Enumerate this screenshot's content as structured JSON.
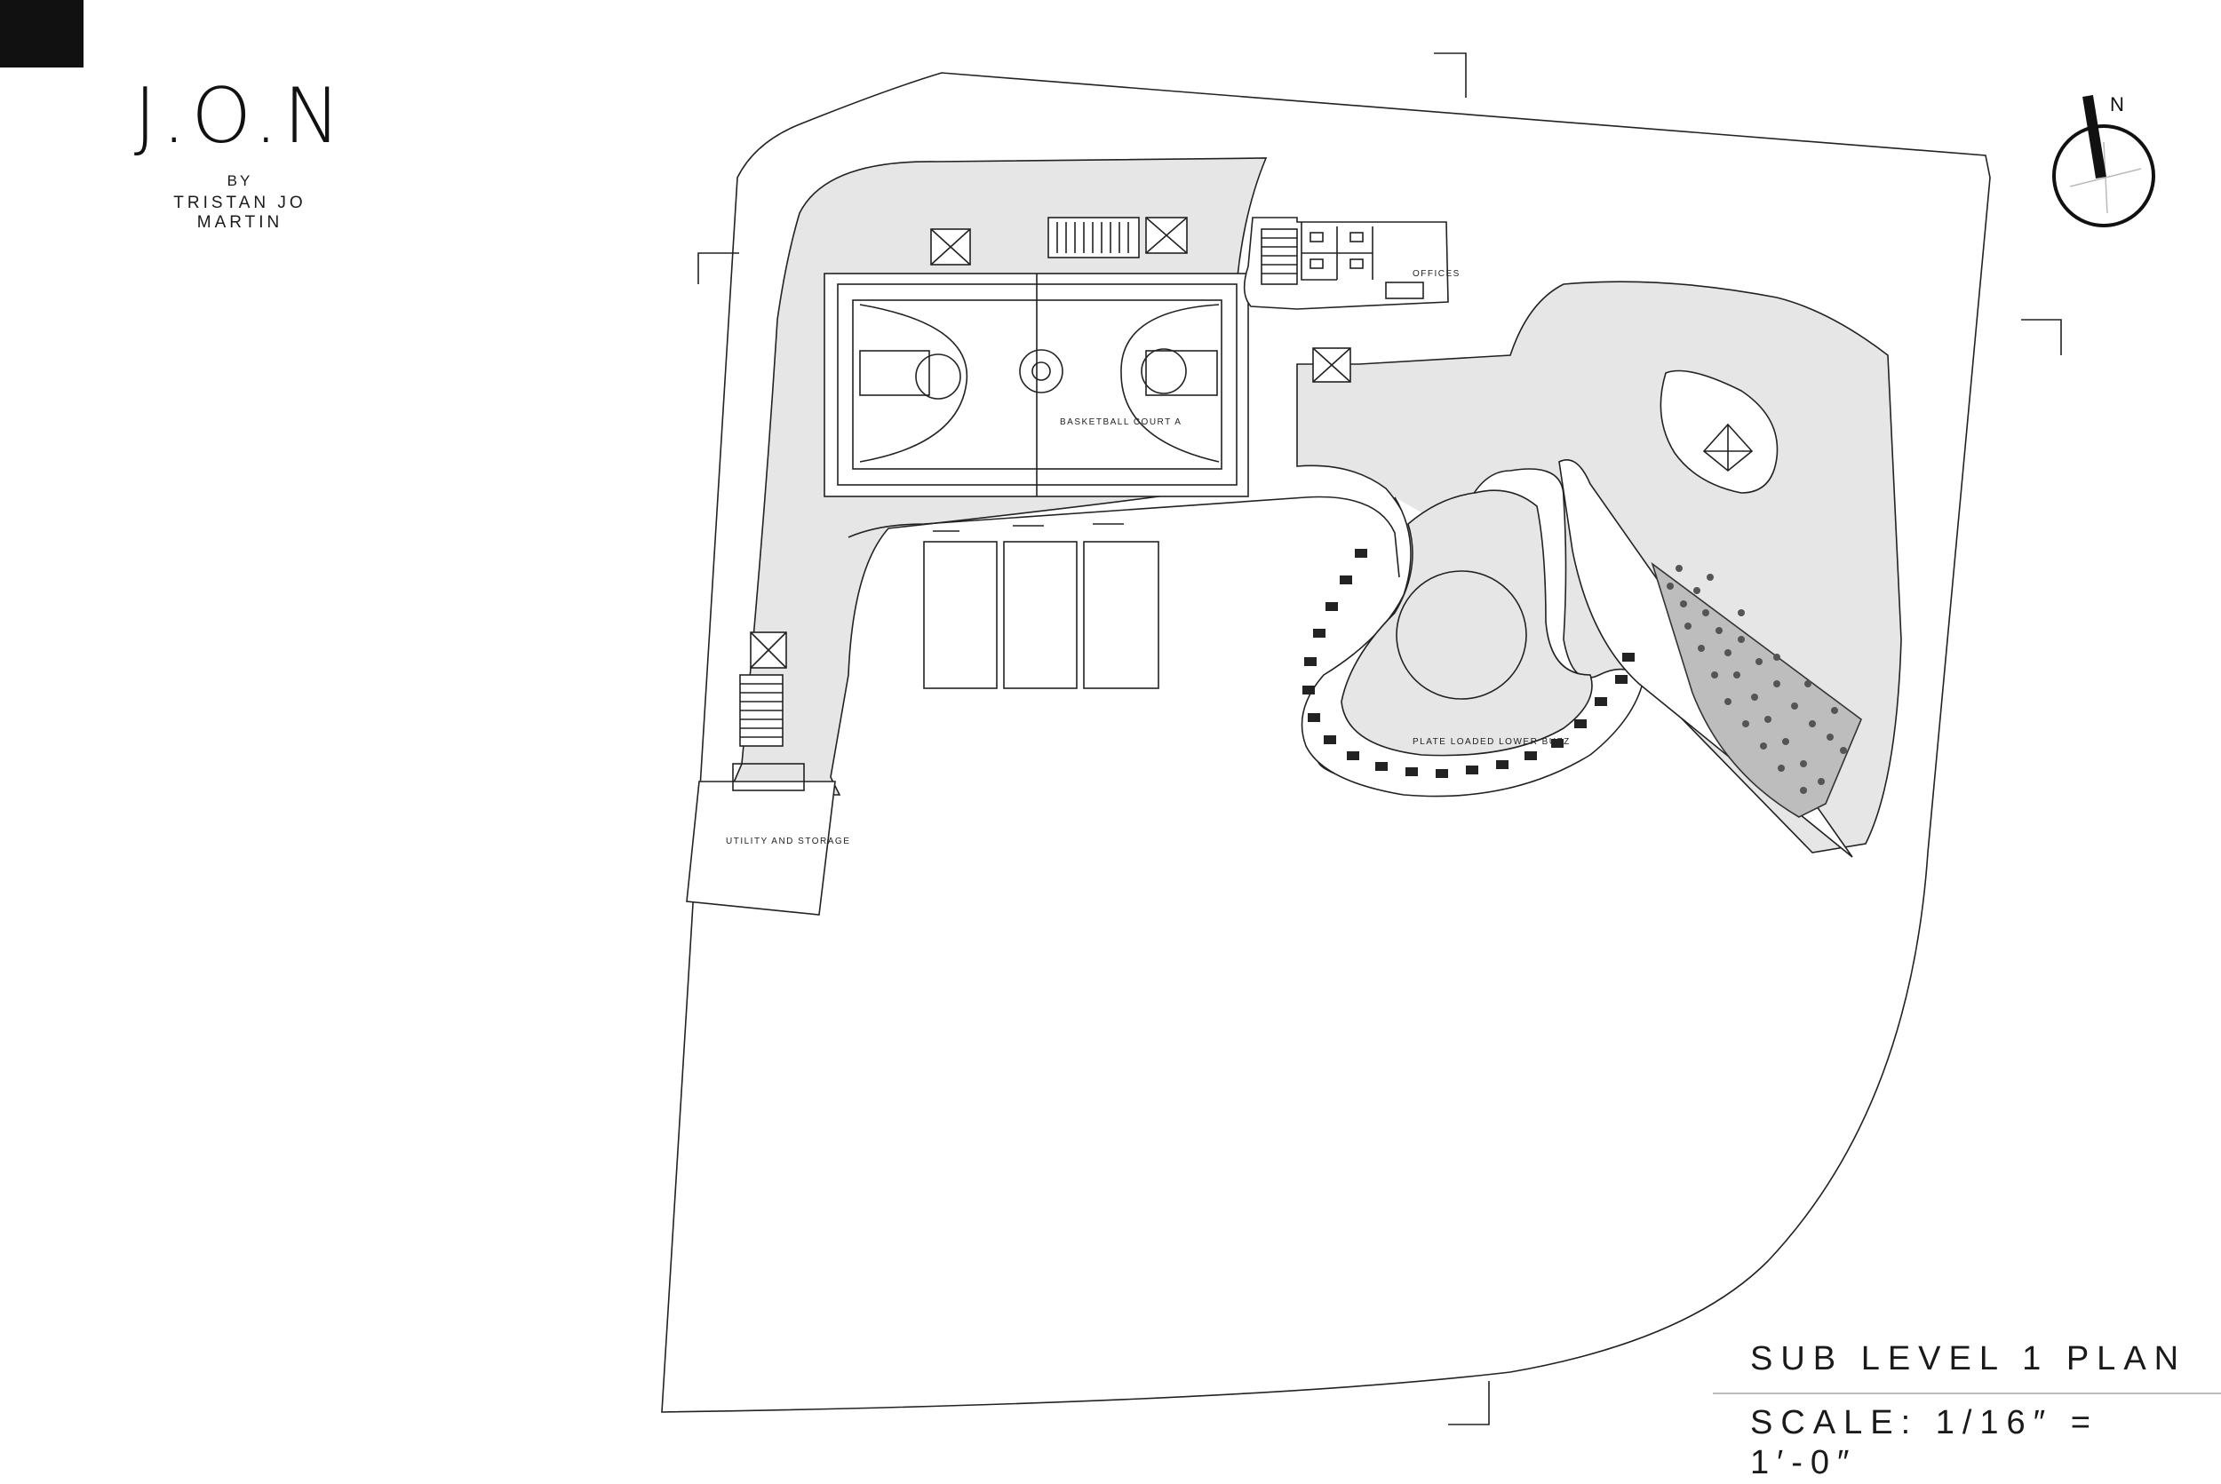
{
  "brand": {
    "logo": "J.O.N",
    "by": "BY",
    "author": "TRISTAN JO MARTIN"
  },
  "plan_labels": {
    "basketball": "BASKETBALL COURT A",
    "offices": "OFFICES",
    "gym": "PLATE LOADED LOWER BUZZ",
    "utility": "UTILITY AND STORAGE"
  },
  "north_arrow": {
    "label": "N"
  },
  "title_block": {
    "sheet_title": "SUB LEVEL 1 PLAN",
    "scale": "SCALE: 1/16″ = 1′-0″"
  },
  "colors": {
    "line": "#222222",
    "fill": "#e6e6e6",
    "background": "#ffffff"
  }
}
